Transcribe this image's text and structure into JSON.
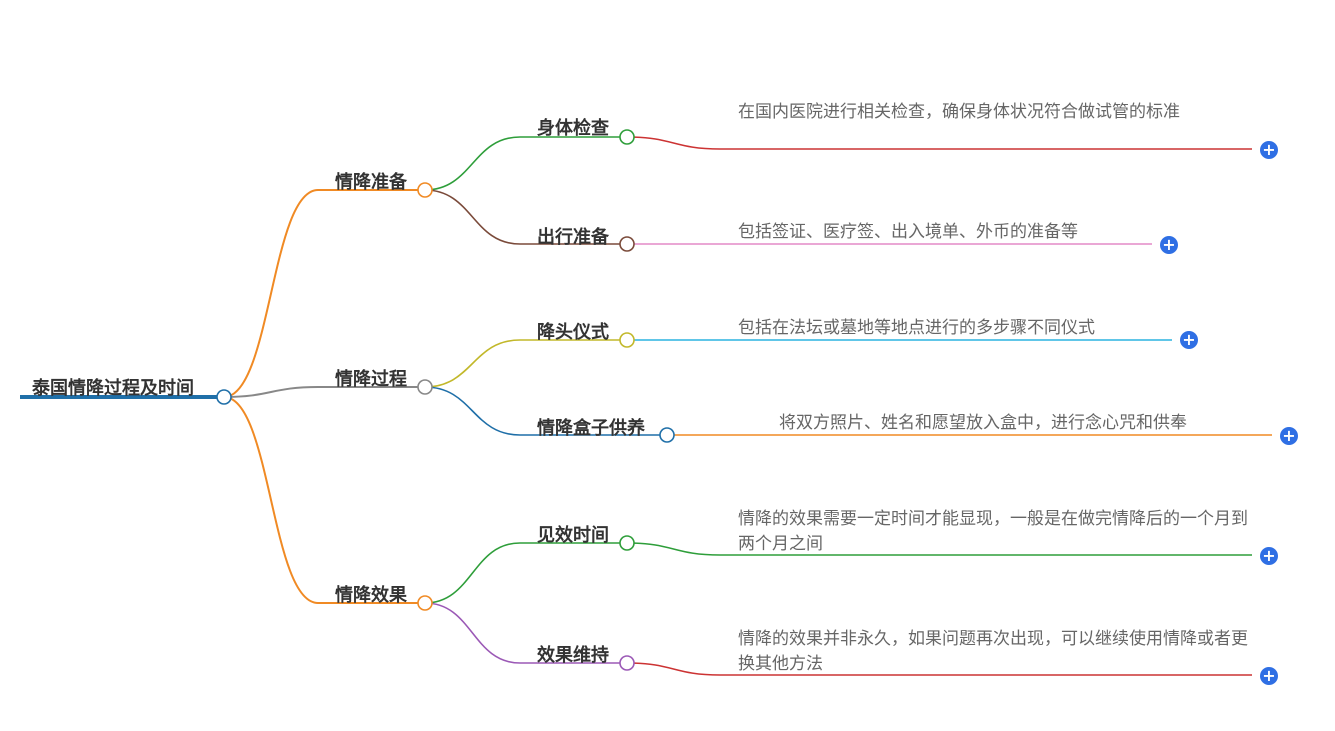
{
  "root": {
    "label": "泰国情降过程及时间",
    "color": "#1f6fa8"
  },
  "branches": [
    {
      "label": "情降准备",
      "color": "#f08a24",
      "children": [
        {
          "label": "身体检查",
          "color": "#2e9e3a",
          "leafColor": "#cc3333",
          "text": "在国内医院进行相关检查，确保身体状况符合做试管的标准"
        },
        {
          "label": "出行准备",
          "color": "#7a4a3a",
          "leafColor": "#e38ac7",
          "text": "包括签证、医疗签、出入境单、外币的准备等"
        }
      ]
    },
    {
      "label": "情降过程",
      "color": "#888888",
      "children": [
        {
          "label": "降头仪式",
          "color": "#c2b82a",
          "leafColor": "#2bb3e0",
          "text": "包括在法坛或墓地等地点进行的多步骤不同仪式"
        },
        {
          "label": "情降盒子供养",
          "color": "#1f6fa8",
          "leafColor": "#f08a24",
          "text": "将双方照片、姓名和愿望放入盒中，进行念心咒和供奉"
        }
      ]
    },
    {
      "label": "情降效果",
      "color": "#f08a24",
      "children": [
        {
          "label": "见效时间",
          "color": "#2e9e3a",
          "leafColor": "#2e9e3a",
          "text": "情降的效果需要一定时间才能显现，一般是在做完情降后的一个月到两个月之间"
        },
        {
          "label": "效果维持",
          "color": "#9b59b6",
          "leafColor": "#cc3333",
          "text": "情降的效果并非永久，如果问题再次出现，可以继续使用情降或者更换其他方法"
        }
      ]
    }
  ],
  "addIconSymbol": "+"
}
